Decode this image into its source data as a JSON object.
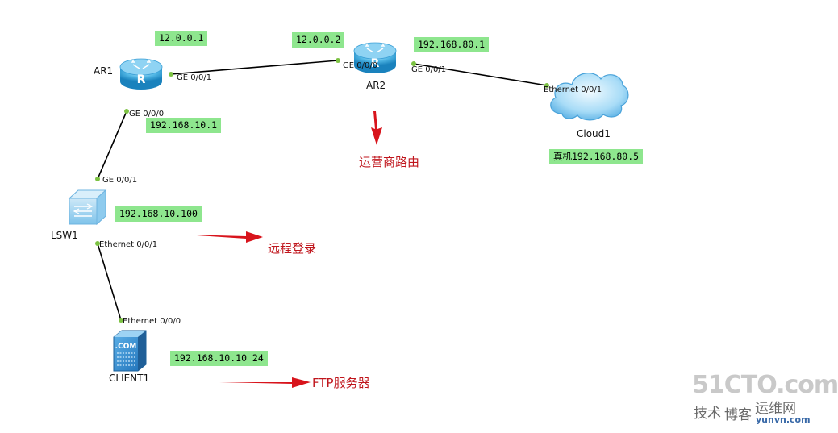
{
  "devices": {
    "ar1": "AR1",
    "ar2": "AR2",
    "lsw1": "LSW1",
    "client1": "CLIENT1",
    "cloud1": "Cloud1"
  },
  "ports": {
    "ar1_ge001": "GE 0/0/1",
    "ar1_ge000": "GE 0/0/0",
    "ar2_ge000": "GE 0/0/0",
    "ar2_ge001": "GE 0/0/1",
    "cloud_eth001": "Ethernet 0/0/1",
    "lsw_ge001": "GE 0/0/1",
    "lsw_eth001": "Ethernet 0/0/1",
    "client_eth000": "Ethernet 0/0/0"
  },
  "ips": {
    "ar1_wan": "12.0.0.1",
    "ar2_wan": "12.0.0.2",
    "ar2_lan": "192.168.80.1",
    "ar1_lan": "192.168.10.1",
    "lsw1": "192.168.10.100",
    "client": "192.168.10.10 24",
    "real_host": "真机192.168.80.5"
  },
  "notes": {
    "isp": "运营商路由",
    "remote": "远程登录",
    "ftp": "FTP服务器"
  },
  "watermark": {
    "brand": "51CTO.com",
    "tagline_left": "技术",
    "tagline_mid": "博客",
    "tagline_right": "运维网",
    "url": "yunvn.com"
  },
  "colors": {
    "ip_badge": "#8ee68e",
    "annotation": "#c0161d",
    "link": "#000000",
    "port_dot": "#7cc242",
    "router_blue": "#3aa6dc"
  },
  "icons": {
    "router": "router-icon",
    "switch": "switch-icon",
    "server": "server-icon",
    "cloud": "cloud-icon"
  }
}
